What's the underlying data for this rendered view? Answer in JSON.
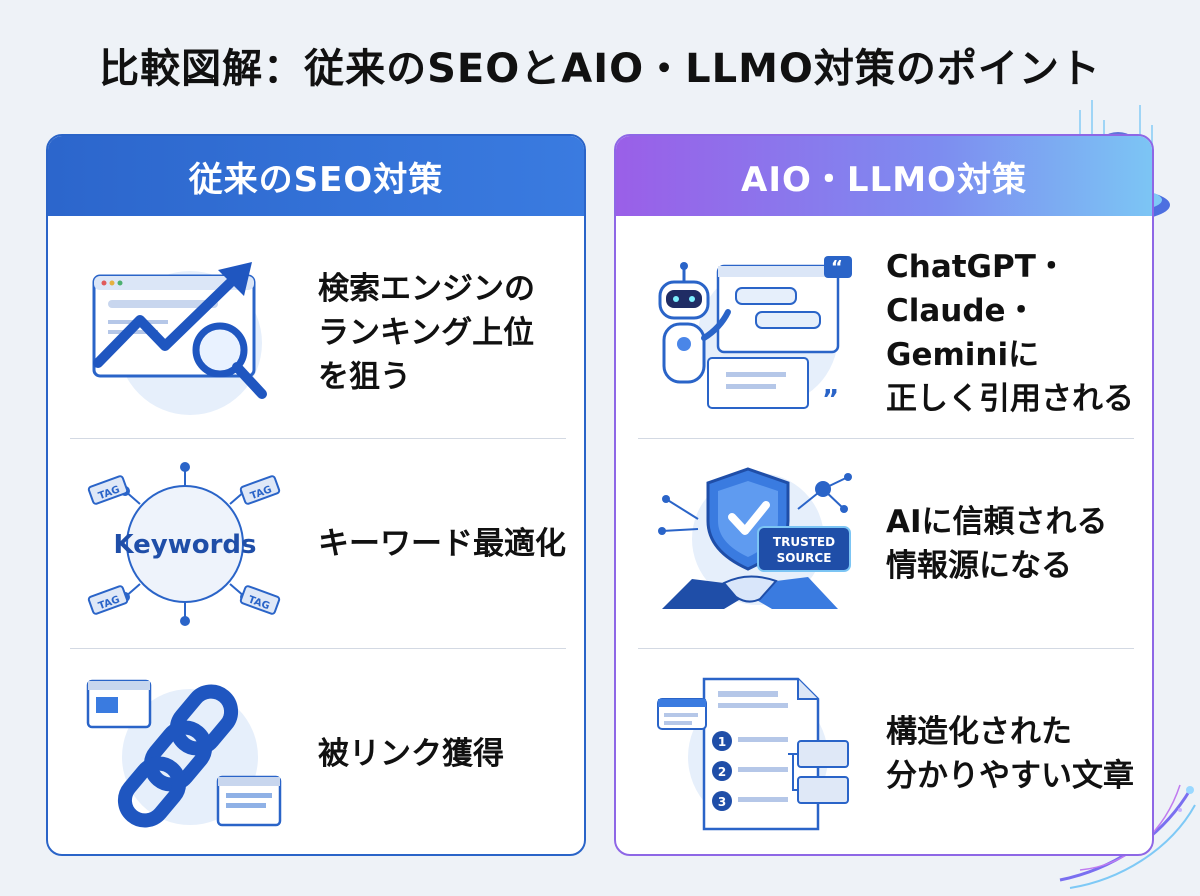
{
  "title": "比較図解：従来のSEOとAIO・LLMO対策のポイント",
  "colors": {
    "seo_blue": "#2a64c8",
    "aio_purple": "#8e67e6",
    "aio_cyan": "#7cc5f4"
  },
  "left_panel": {
    "header": "従来のSEO対策",
    "rows": [
      {
        "icon": "search-ranking-icon",
        "lines": [
          "検索エンジンの",
          "ランキング上位",
          "を狙う"
        ]
      },
      {
        "icon": "keywords-tags-icon",
        "illustration_text": "Keywords",
        "tags": [
          "TAG",
          "TAG",
          "TAG",
          "TAG"
        ],
        "lines": [
          "キーワード最適化"
        ]
      },
      {
        "icon": "chain-link-icon",
        "lines": [
          "被リンク獲得"
        ]
      }
    ]
  },
  "right_panel": {
    "header": "AIO・LLMO対策",
    "rows": [
      {
        "icon": "ai-robot-chat-icon",
        "lines": [
          "ChatGPT・",
          "Claude・Geminiに",
          "正しく引用される"
        ]
      },
      {
        "icon": "trusted-source-shield-icon",
        "badge": [
          "TRUSTED",
          "SOURCE"
        ],
        "lines": [
          "AIに信頼される",
          "情報源になる"
        ]
      },
      {
        "icon": "structured-document-icon",
        "list_numbers": [
          "1",
          "2",
          "3"
        ],
        "lines": [
          "構造化された",
          "分かりやすい文章"
        ]
      }
    ]
  }
}
